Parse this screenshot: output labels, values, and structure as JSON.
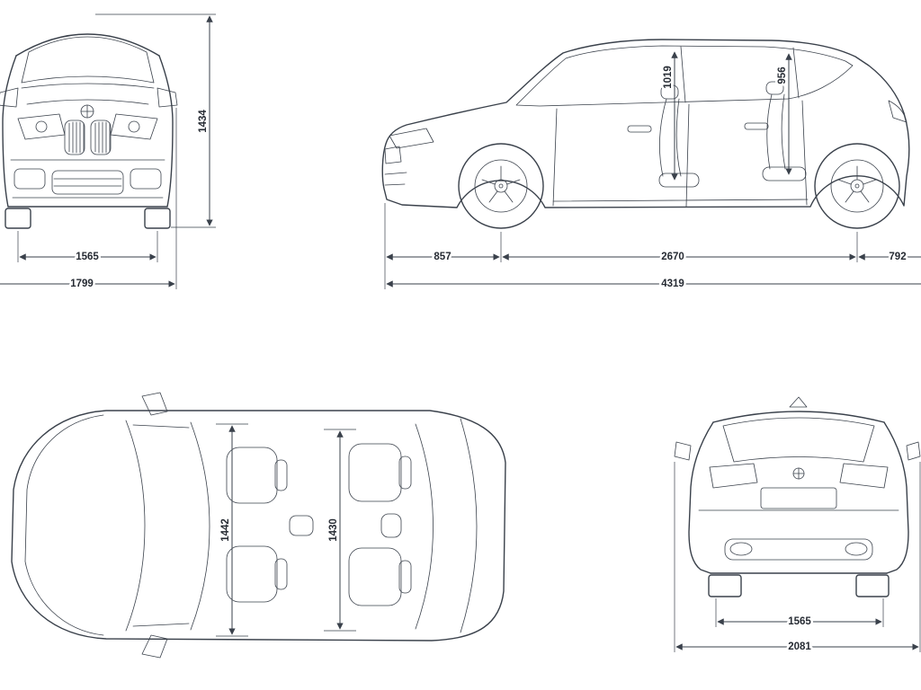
{
  "colors": {
    "line": "#3a414b",
    "label": "#262b33",
    "background": "#ffffff"
  },
  "icons": {
    "brand_front": "bmw-roundel-icon",
    "brand_rear": "bmw-roundel-icon"
  },
  "views": {
    "front": {
      "dims": {
        "overall_height": "1434",
        "front_track": "1565",
        "overall_width": "1799"
      }
    },
    "side": {
      "dims": {
        "front_interior_height": "1019",
        "rear_interior_height": "956",
        "front_overhang": "857",
        "wheelbase": "2670",
        "rear_overhang": "792",
        "overall_length": "4319"
      }
    },
    "top": {
      "dims": {
        "front_interior_width": "1442",
        "rear_interior_width": "1430"
      }
    },
    "rear": {
      "dims": {
        "rear_track": "1565",
        "width_with_mirrors": "2081"
      }
    }
  }
}
